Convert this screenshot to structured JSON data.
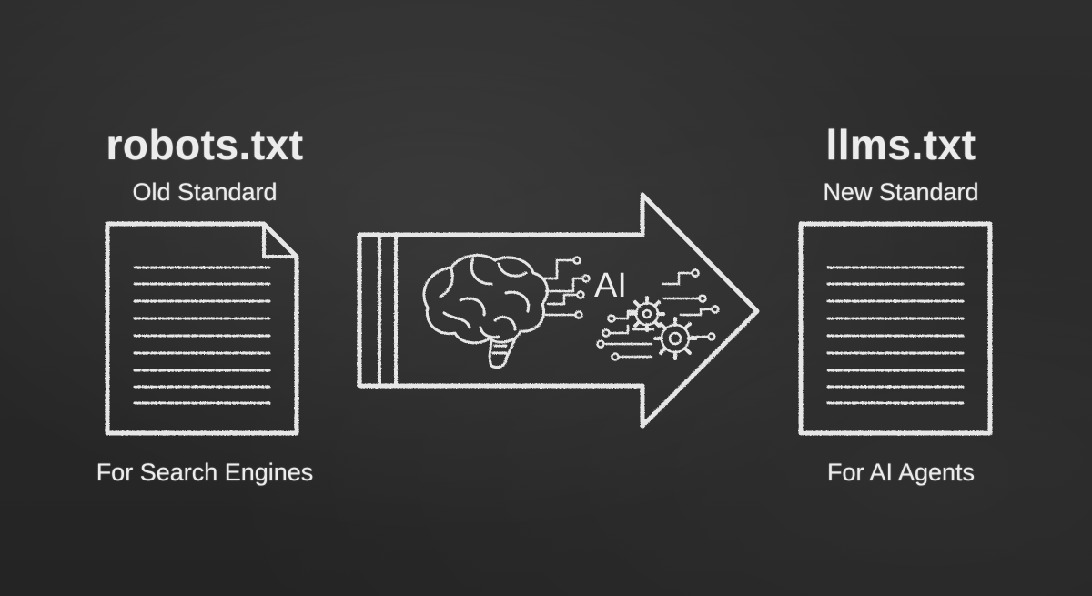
{
  "left": {
    "title": "robots.txt",
    "subtitle": "Old Standard",
    "caption": "For Search Engines",
    "icon": "document-icon"
  },
  "right": {
    "title": "llms.txt",
    "subtitle": "New Standard",
    "caption": "For AI Agents",
    "icon": "document-icon"
  },
  "arrow": {
    "label": "AI",
    "icons": [
      "brain-icon",
      "gear-icon",
      "circuit-icon"
    ]
  },
  "colors": {
    "background": "#2b2b2b",
    "chalk": "#e6e6e6"
  }
}
